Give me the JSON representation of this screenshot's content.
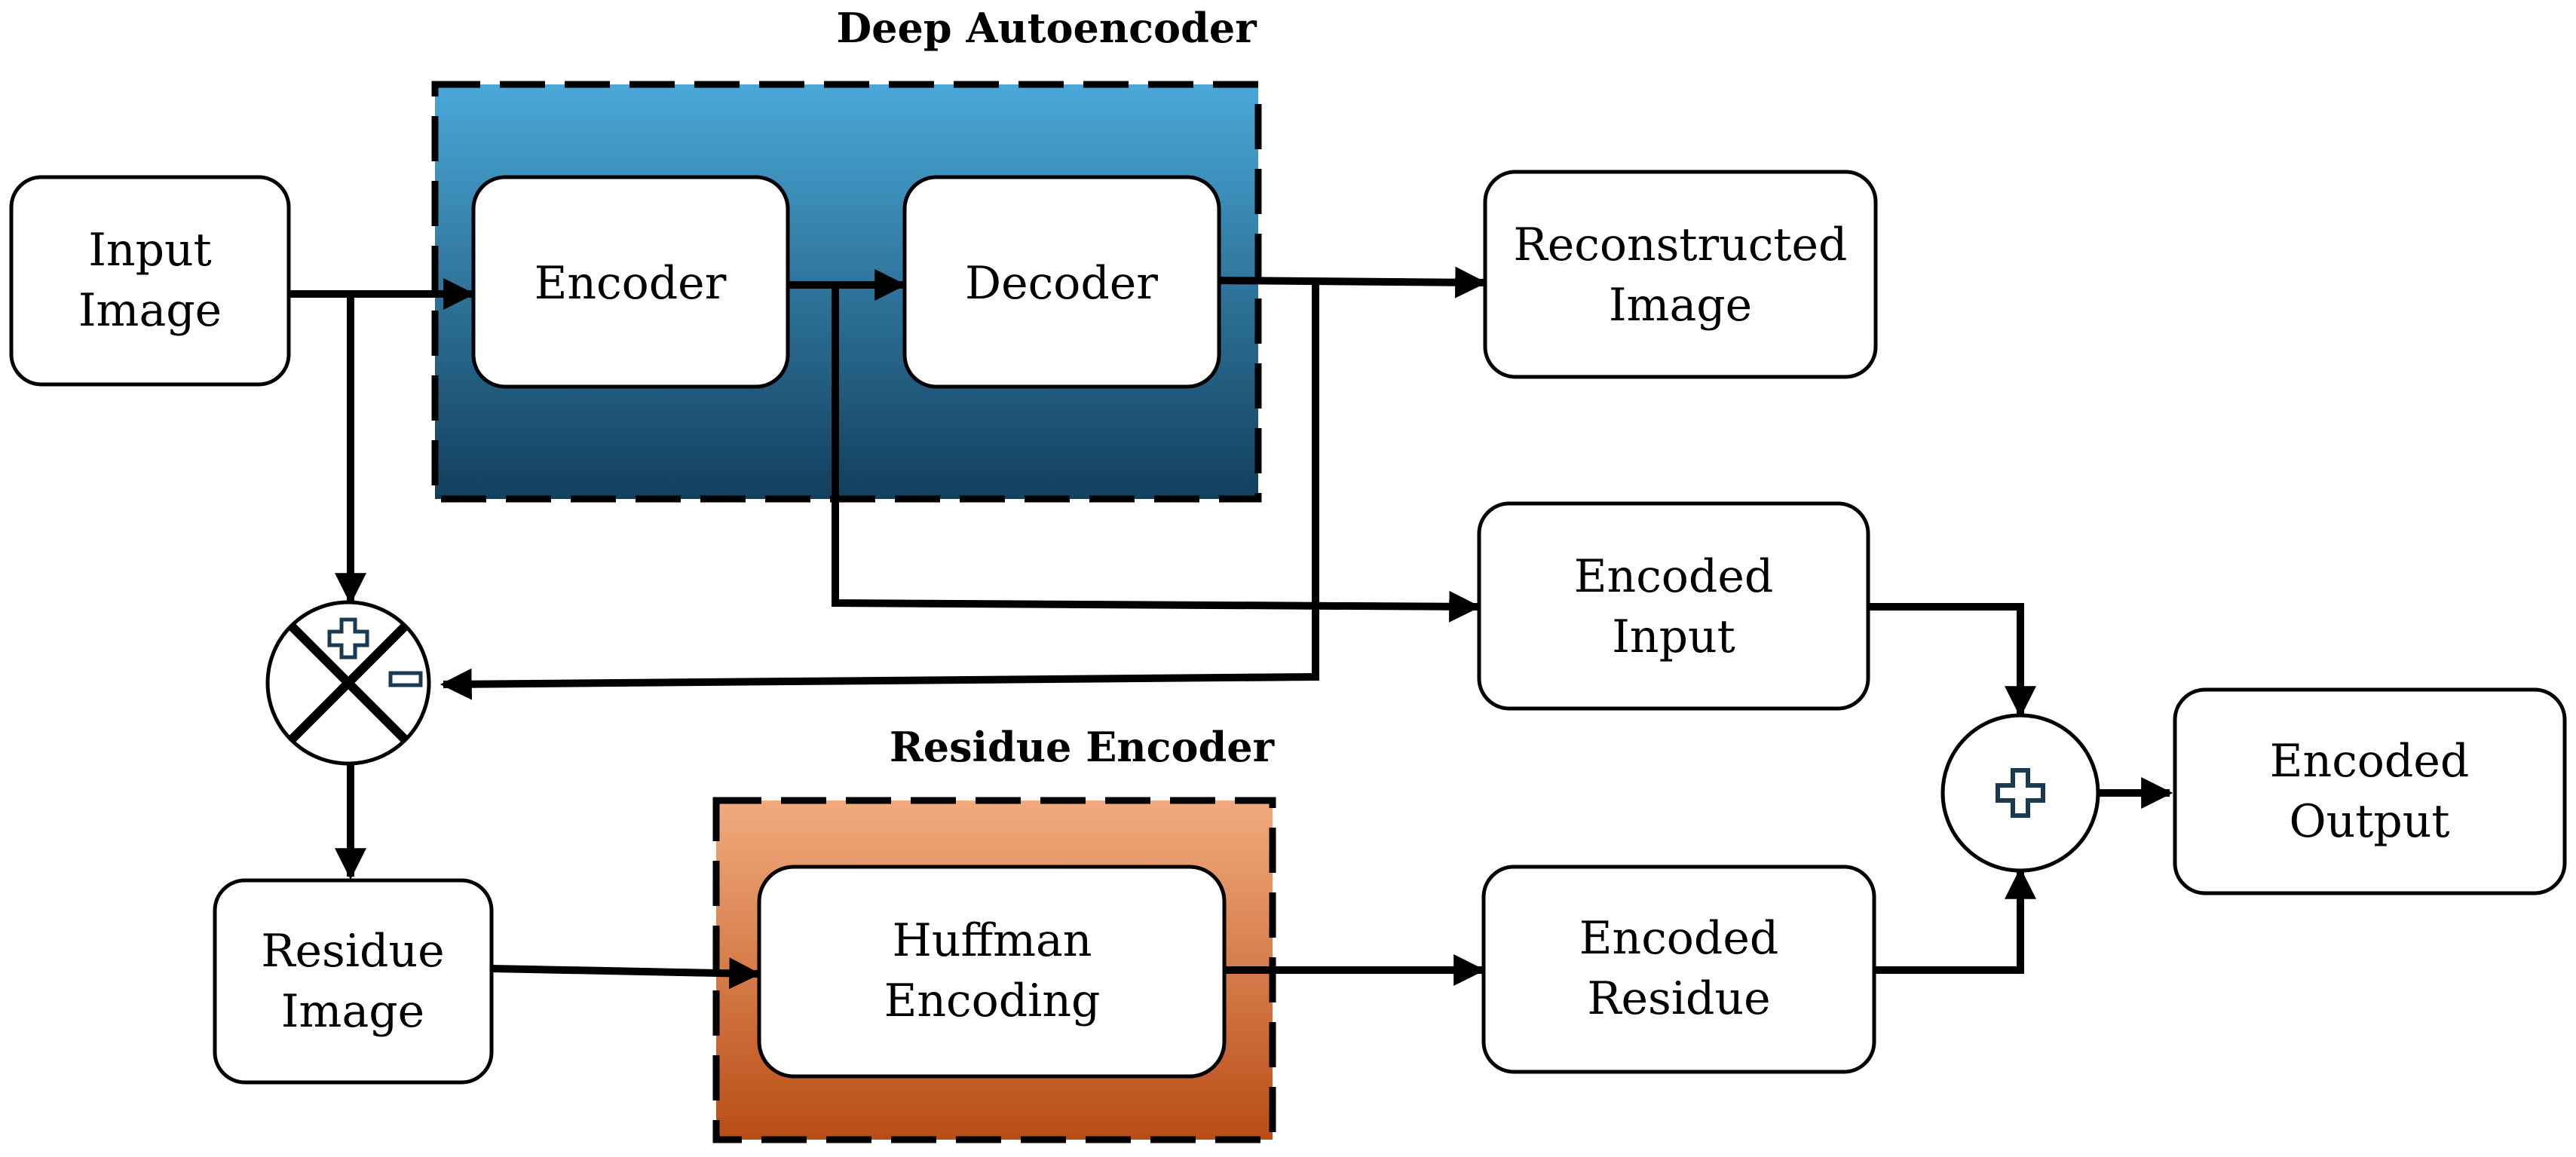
{
  "diagram": {
    "groups": {
      "deep_autoencoder": {
        "title": "Deep Autoencoder"
      },
      "residue_encoder": {
        "title": "Residue Encoder"
      }
    },
    "nodes": {
      "input_image": {
        "lines": [
          "Input",
          "Image"
        ]
      },
      "encoder": {
        "lines": [
          "Encoder"
        ]
      },
      "decoder": {
        "lines": [
          "Decoder"
        ]
      },
      "reconstructed_image": {
        "lines": [
          "Reconstructed",
          "Image"
        ]
      },
      "encoded_input": {
        "lines": [
          "Encoded",
          "Input"
        ]
      },
      "residue_image": {
        "lines": [
          "Residue",
          "Image"
        ]
      },
      "huffman_encoding": {
        "lines": [
          "Huffman",
          "Encoding"
        ]
      },
      "encoded_residue": {
        "lines": [
          "Encoded",
          "Residue"
        ]
      },
      "encoded_output": {
        "lines": [
          "Encoded",
          "Output"
        ]
      }
    },
    "operators": {
      "subtractor": {
        "symbols": [
          "plus",
          "minus"
        ]
      },
      "adder": {
        "symbols": [
          "plus"
        ]
      }
    },
    "colors": {
      "autoencoder_top": "#4aa8d8",
      "autoencoder_bottom": "#123f5c",
      "residue_top": "#f2ab7e",
      "residue_bottom": "#b84d16",
      "operator_symbol": "#1a3a52"
    }
  }
}
